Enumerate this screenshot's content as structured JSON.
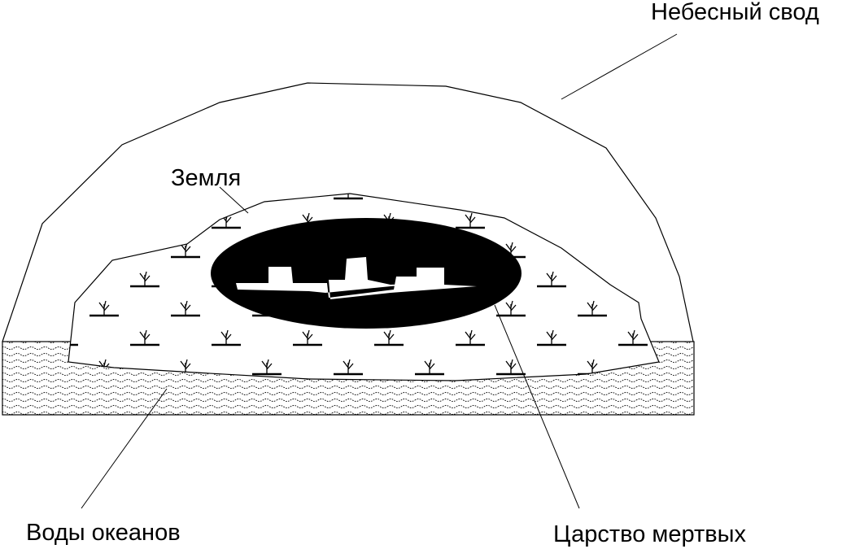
{
  "labels": {
    "sky_vault": "Небесный  свод",
    "earth": "Земля",
    "ocean_waters": "Воды океанов",
    "underworld": "Царство мертвых"
  },
  "colors": {
    "ink": "#000000",
    "paper": "#ffffff"
  }
}
